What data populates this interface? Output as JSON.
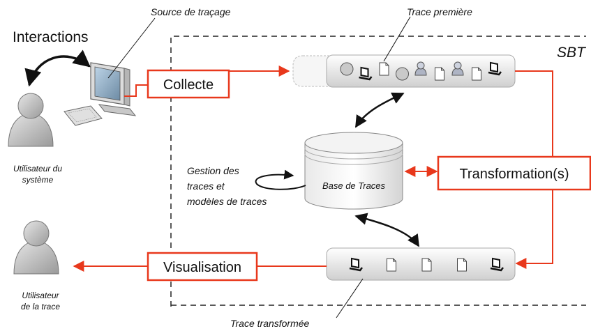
{
  "labels": {
    "interactions": "Interactions",
    "source": "Source de traçage",
    "trace_premiere": "Trace première",
    "sbt": "SBT",
    "utilisateur_systeme_1": "Utilisateur du",
    "utilisateur_systeme_2": "système",
    "collecte": "Collecte",
    "base": "Base de Traces",
    "gestion_1": "Gestion des",
    "gestion_2": "traces et",
    "gestion_3": "modèles de traces",
    "transformation": "Transformation(s)",
    "visualisation": "Visualisation",
    "utilisateur_trace_1": "Utilisateur",
    "utilisateur_trace_2": "de la trace",
    "trace_transformee": "Trace transformée"
  },
  "colors": {
    "accent": "#e8381c",
    "stroke": "#111111",
    "dash": "#222222",
    "bar_light": "#ffffff",
    "bar_dark": "#cfcfcf",
    "person": "#bdbdbd"
  },
  "trace_premiere_icons": [
    "circle-icon",
    "monitor-icon",
    "document-icon",
    "circle-icon",
    "user-icon",
    "document-icon",
    "user-icon",
    "document-icon",
    "monitor-icon"
  ],
  "trace_transformee_icons": [
    "monitor-icon",
    "document-icon",
    "document-icon",
    "document-icon",
    "monitor-icon"
  ]
}
